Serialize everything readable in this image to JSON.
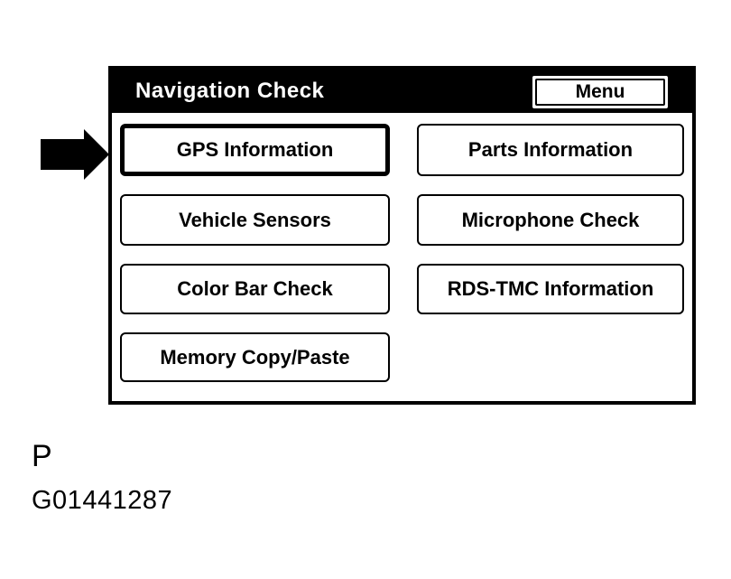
{
  "colors": {
    "ink": "#000000",
    "paper": "#ffffff"
  },
  "screen": {
    "title": "Navigation Check",
    "menu_label": "Menu"
  },
  "buttons": [
    {
      "label": "GPS Information",
      "selected": true
    },
    {
      "label": "Parts Information",
      "selected": false
    },
    {
      "label": "Vehicle Sensors",
      "selected": false
    },
    {
      "label": "Microphone Check",
      "selected": false
    },
    {
      "label": "Color Bar Check",
      "selected": false
    },
    {
      "label": "RDS-TMC Information",
      "selected": false
    },
    {
      "label": "Memory Copy/Paste",
      "selected": false
    }
  ],
  "pointer": {
    "shape": "right-arrow",
    "points_to": "GPS Information"
  },
  "caption": {
    "page_label": "P",
    "figure_code": "G01441287"
  }
}
